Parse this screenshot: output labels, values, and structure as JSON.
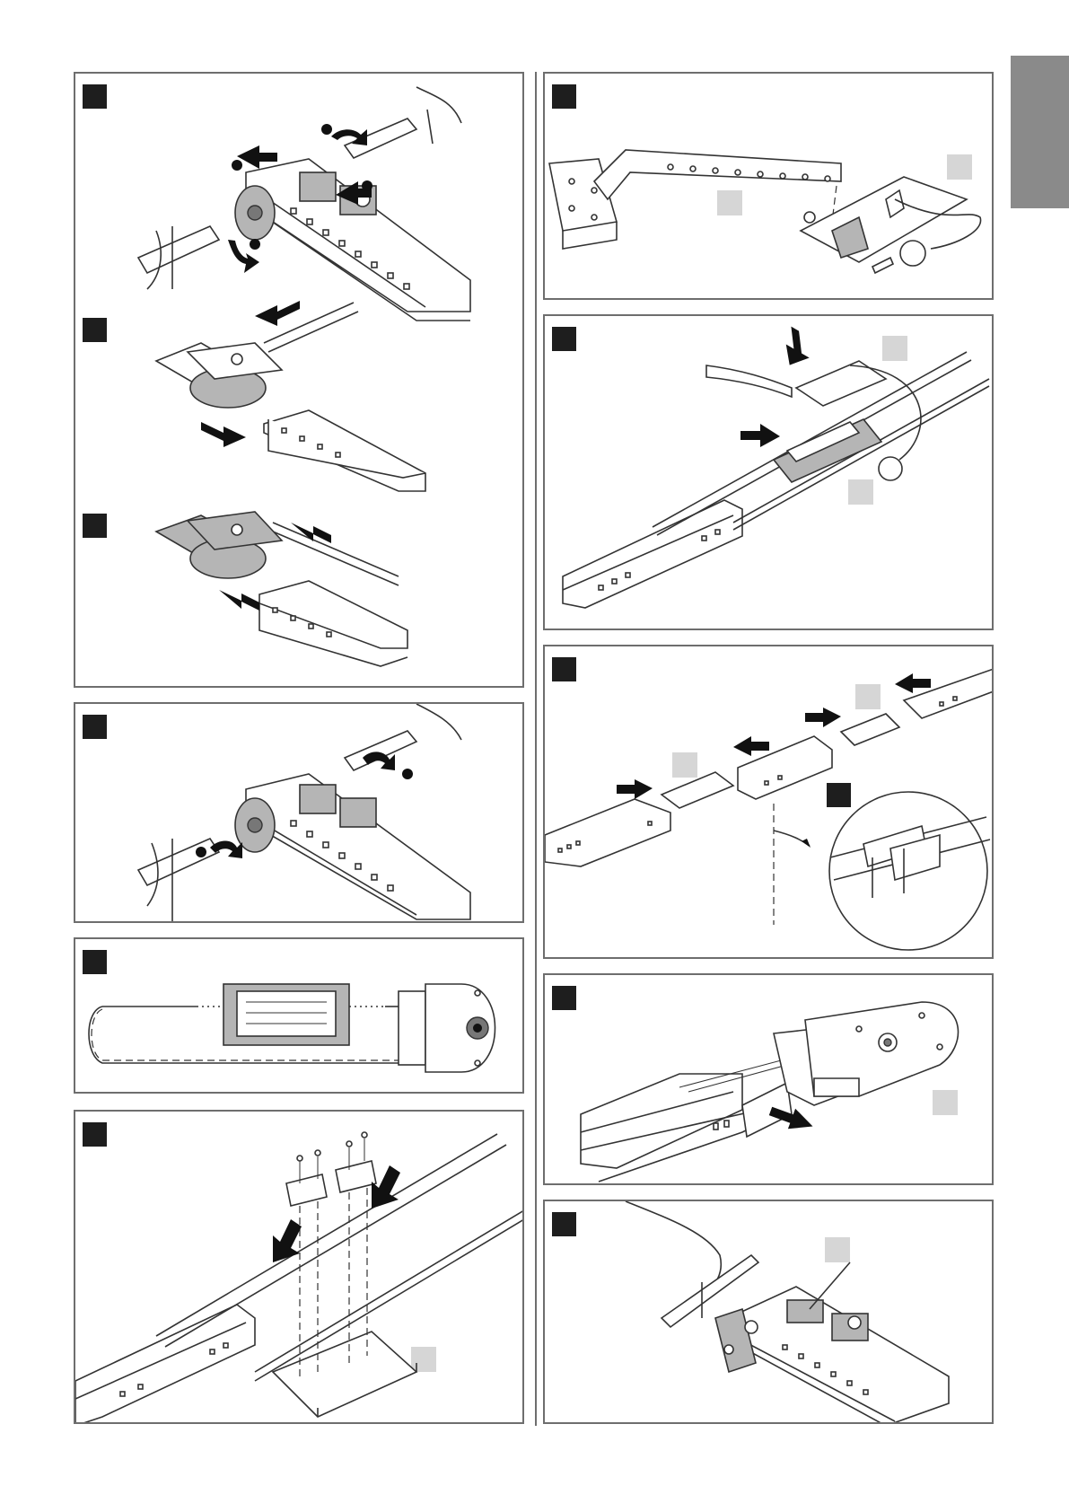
{
  "page": {
    "language_tab_color": "#8a8a8a",
    "panel_border_color": "#6e6e6e",
    "step_badge_color": "#1e1e1e",
    "callout_tag_color": "#d6d6d6"
  },
  "figures": [
    {
      "id": "fig-1",
      "content": "pulley-loosening-with-wrenches"
    },
    {
      "id": "fig-2",
      "content": "belt-pulled-out-of-idler"
    },
    {
      "id": "fig-3",
      "content": "belt-fitted-on-idler"
    },
    {
      "id": "fig-4",
      "content": "pulley-tightening-with-wrenches"
    },
    {
      "id": "fig-5",
      "content": "belt-loop-with-carriage-and-motor-head"
    },
    {
      "id": "fig-6",
      "content": "belt-clamps-screwed-to-carriage"
    },
    {
      "id": "fig-7",
      "content": "door-bracket-arm-and-release-cord"
    },
    {
      "id": "fig-8",
      "content": "carriage-fitted-on-rail"
    },
    {
      "id": "fig-9",
      "content": "rail-sections-joined-with-couplers"
    },
    {
      "id": "fig-10",
      "content": "motor-head-slid-on-rail"
    },
    {
      "id": "fig-11",
      "content": "belt-tension-adjusted"
    }
  ]
}
